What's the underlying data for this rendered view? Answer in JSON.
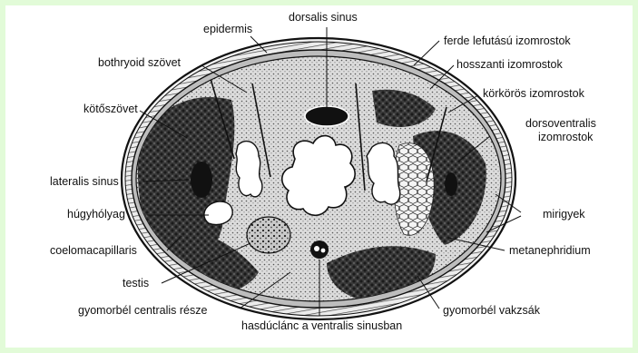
{
  "colors": {
    "background": "#e2fbd8",
    "panel": "#ffffff",
    "ink": "#111111",
    "tissue_light": "#d9d9d9",
    "tissue_dark": "#3a3a3a",
    "muscle_band": "#cfcfcf"
  },
  "labels": {
    "dorsalis_sinus": "dorsalis sinus",
    "epidermis": "epidermis",
    "ferde": "ferde lefutású izomrostok",
    "bothryoid": "bothryoid szövet",
    "hosszanti": "hosszanti izomrostok",
    "korkoros": "körkörös izomrostok",
    "kotoszovet": "kötőszövet",
    "dorsoventralis_1": "dorsoventralis",
    "dorsoventralis_2": "izomrostok",
    "lateralis_sinus": "lateralis sinus",
    "hugyholyag": "húgyhólyag",
    "mirigyek": "mirigyek",
    "coelomacapillaris": "coelomacapillaris",
    "metanephridium": "metanephridium",
    "testis": "testis",
    "gyomorbel_vakzsak": "gyomorbél vakzsák",
    "gyomorbel_centralis": "gyomorbél centralis része",
    "hasduclanc": "hasdúclánc a ventralis sinusban"
  }
}
